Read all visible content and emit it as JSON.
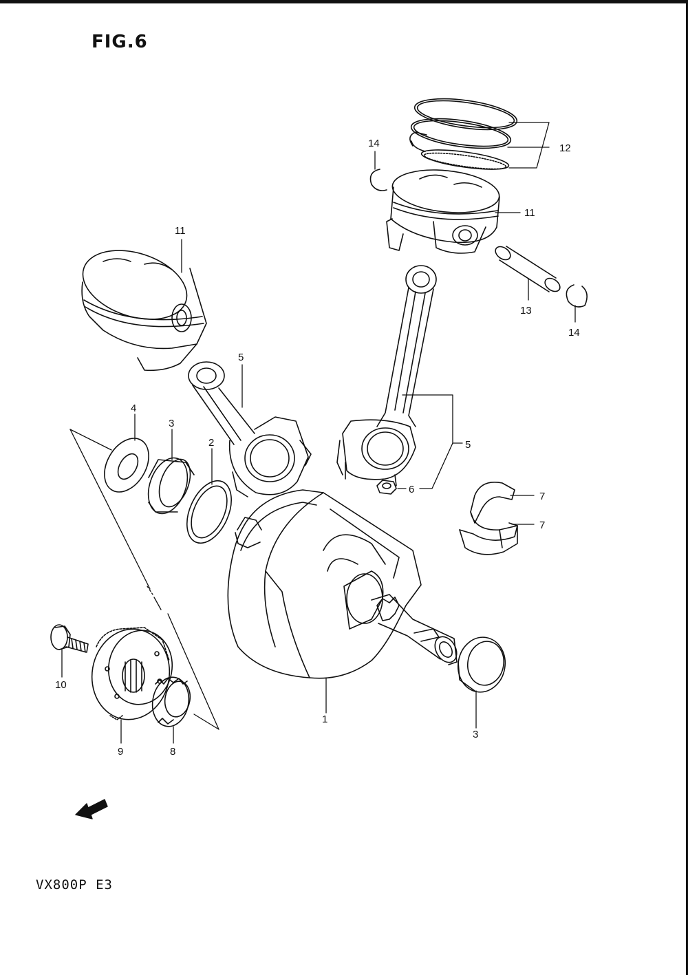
{
  "figure": {
    "title": "FIG.6",
    "model": "VX800P  E3"
  },
  "fwd_label": "FWD",
  "callouts": {
    "c1": "1",
    "c2": "2",
    "c3a": "3",
    "c3b": "3",
    "c4": "4",
    "c5a": "5",
    "c5b": "5",
    "c6": "6",
    "c7a": "7",
    "c7b": "7",
    "c8": "8",
    "c9": "9",
    "c10": "10",
    "c11a": "11",
    "c11b": "11",
    "c12": "12",
    "c13": "13",
    "c14a": "14",
    "c14b": "14"
  }
}
